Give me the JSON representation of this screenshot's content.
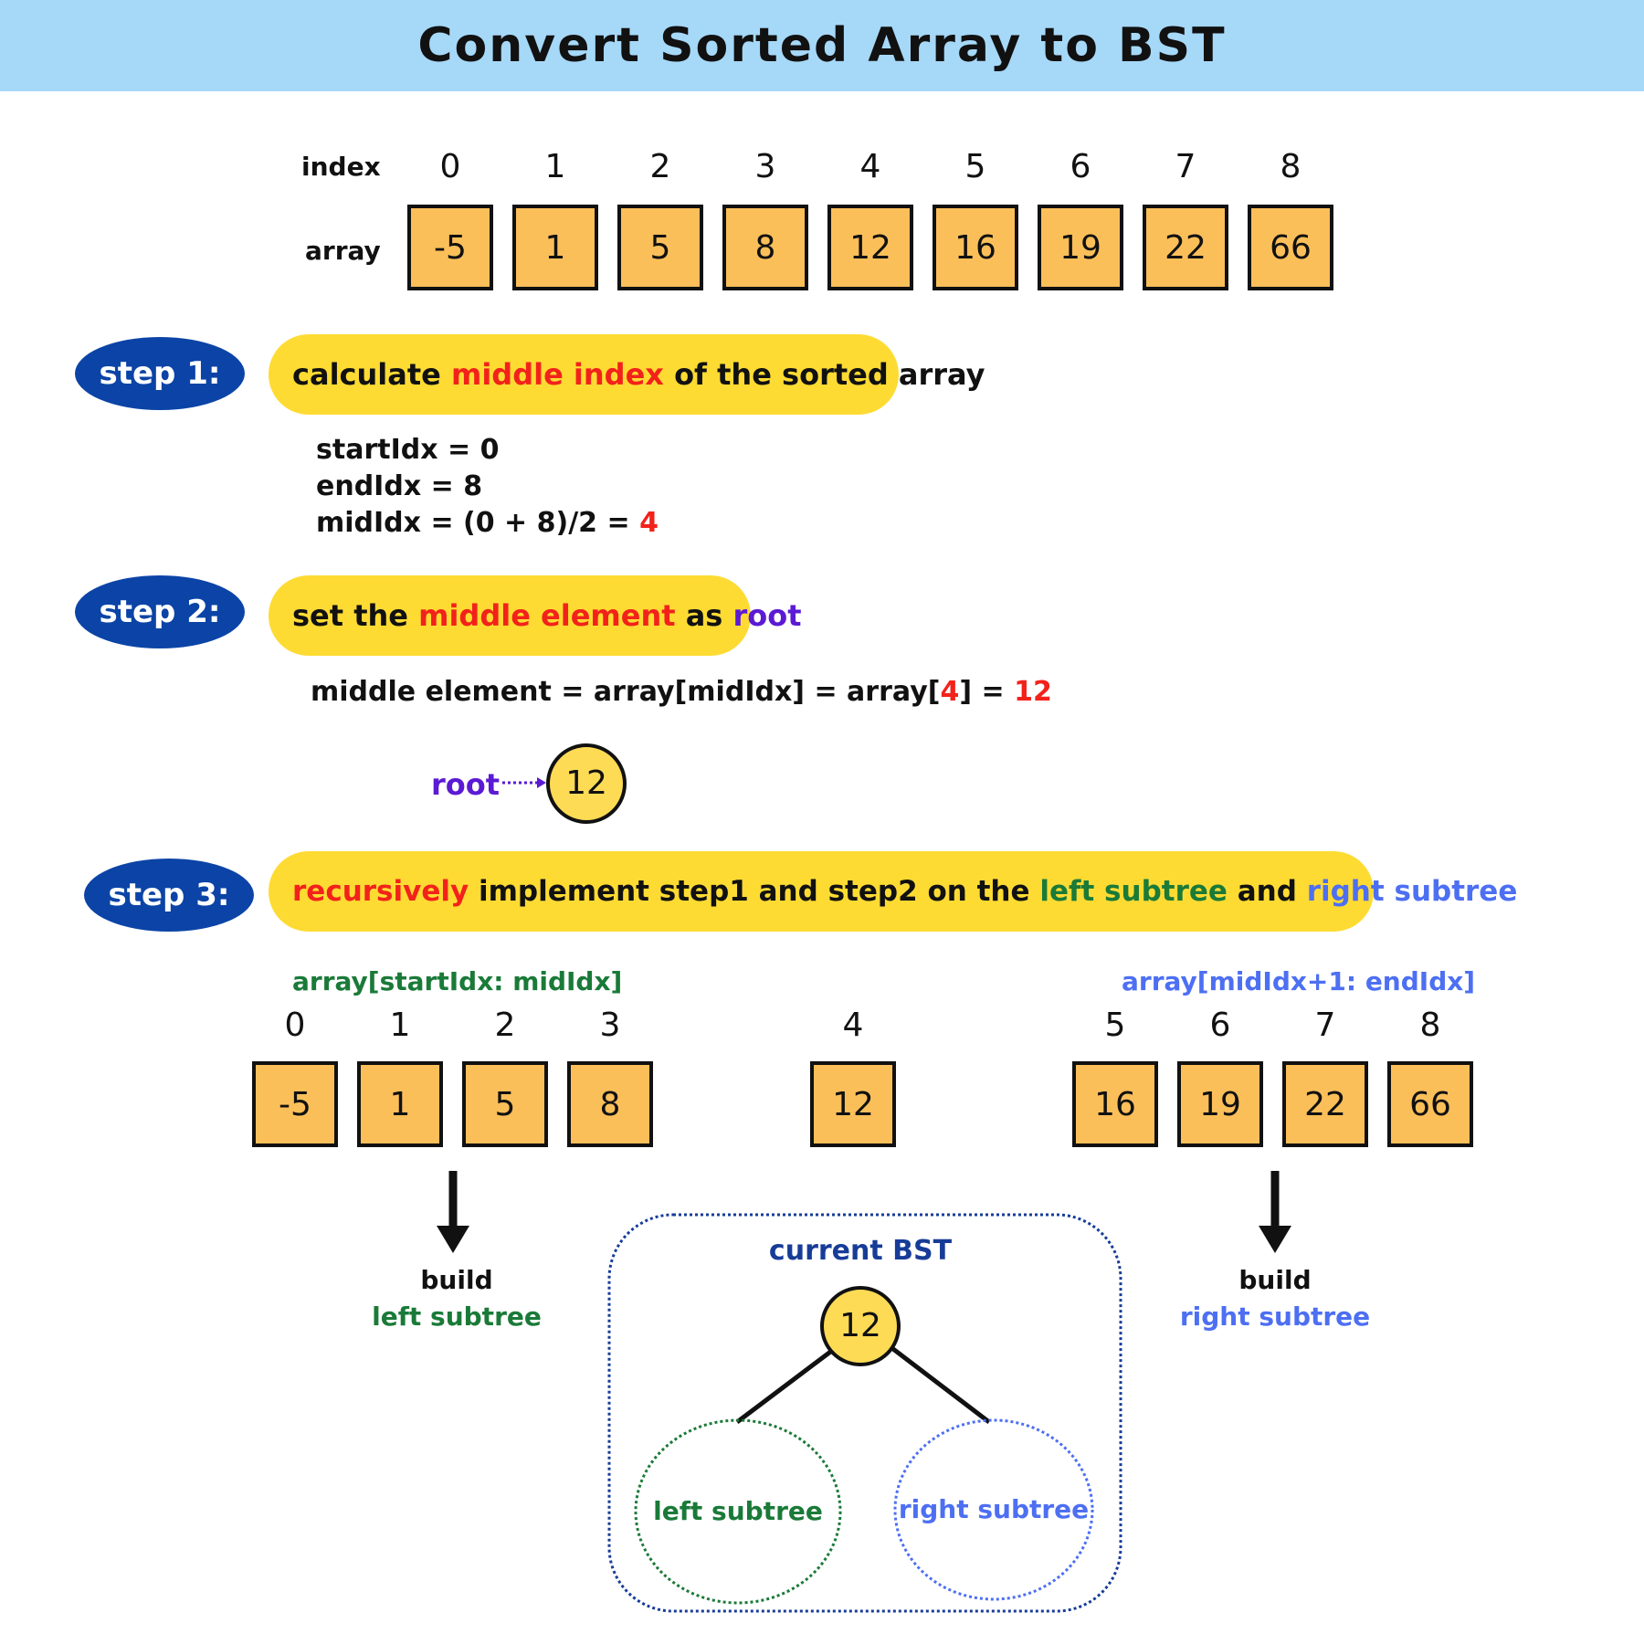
{
  "title": "Convert Sorted Array to BST",
  "array_display": {
    "index_label": "index",
    "array_label": "array",
    "indices": [
      "0",
      "1",
      "2",
      "3",
      "4",
      "5",
      "6",
      "7",
      "8"
    ],
    "values": [
      "-5",
      "1",
      "5",
      "8",
      "12",
      "16",
      "19",
      "22",
      "66"
    ]
  },
  "step1": {
    "badge": "step 1:",
    "text": [
      "calculate ",
      "middle index",
      " of the sorted array"
    ],
    "lines": [
      "startIdx = 0",
      "endIdx = 8",
      "midIdx = (0 + 8)/2 = "
    ],
    "result": "4"
  },
  "step2": {
    "badge": "step 2:",
    "text": [
      "set the ",
      "middle element",
      " as ",
      "root"
    ],
    "line_prefix": "middle element = array[midIdx] = array[",
    "line_index": "4",
    "line_mid": "] = ",
    "line_value": "12",
    "root_label": "root",
    "root_value": "12"
  },
  "step3": {
    "badge": "step 3:",
    "text": [
      "recursively",
      " implement step1 and step2 on the ",
      "left subtree",
      " and ",
      "right subtree"
    ],
    "left_range": "array[startIdx: midIdx]",
    "right_range": "array[midIdx+1: endIdx]",
    "left_indices": [
      "0",
      "1",
      "2",
      "3"
    ],
    "left_values": [
      "-5",
      "1",
      "5",
      "8"
    ],
    "mid_index": "4",
    "mid_value": "12",
    "right_indices": [
      "5",
      "6",
      "7",
      "8"
    ],
    "right_values": [
      "16",
      "19",
      "22",
      "66"
    ],
    "build_left": [
      "build",
      "left subtree"
    ],
    "build_right": [
      "build",
      "right subtree"
    ],
    "current_bst": {
      "title": "current BST",
      "root": "12",
      "left": "left subtree",
      "right": "right subtree"
    }
  },
  "colors": {
    "banner": "#a6d8f8",
    "cell": "#fbbf5a",
    "pill": "#fedb33",
    "badge": "#0b44a6",
    "highlight_red": "#f2221b",
    "root_purple": "#5b1ad4",
    "left_green": "#1a7a38",
    "right_blue": "#4d6ff2"
  }
}
